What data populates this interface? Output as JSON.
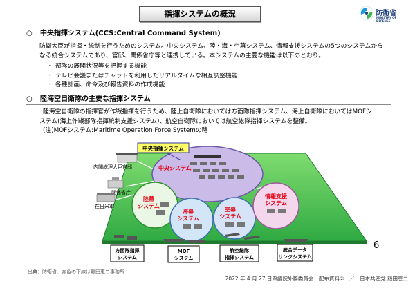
{
  "slide": {
    "title": "指揮システムの概況",
    "logo_name": "防衛省",
    "logo_sub": "MINISTRY OF DEFENSE"
  },
  "section1": {
    "marker": "○",
    "heading": "中央指揮システム(CCS:Central Command System)",
    "intro_underlined": "防衛大臣が指揮・統制を行うためのシステム。",
    "intro_line1_rest": "中央システム、陸・海・空幕システム、情報支援システムの5つのシステムから",
    "intro_line2": "なる統合システムであり、官邸、関係省庁等と連携している。本システムの主要な機能は以下のとおり。",
    "bullet_marker": "・",
    "bullets": [
      "部隊の展開状況等を把握する機能",
      "テレビ会議またはチャットを利用したリアルタイムな相互調整機能",
      "各種計画、命令及び報告資料の作成機能"
    ]
  },
  "section2": {
    "marker": "○",
    "heading": "陸海空自衛隊の主要な指揮システム",
    "lines": [
      "陸海空自衛隊の指揮官が作戦指揮を行うため、陸上自衛隊においては方面隊指揮システム、海上自衛隊においてはMOFシ",
      "ステム(海上作戦部隊指揮統制支援システム)、航空自衛隊においては航空総隊指揮システムを整備。"
    ],
    "note": "(注)MOFシステム:Maritime Operation Force Systemの略"
  },
  "diagram": {
    "top_label": "中央指揮システム",
    "central": "中央システム",
    "nodes": [
      {
        "line1": "陸幕",
        "line2": "システム"
      },
      {
        "line1": "海幕",
        "line2": "システム"
      },
      {
        "line1": "空幕",
        "line2": "システム"
      },
      {
        "line1": "情報支援",
        "line2": "システム"
      }
    ],
    "partners": [
      "内閣総理大臣官邸",
      "関係省庁",
      "在日米軍"
    ],
    "service_systems": [
      {
        "line1": "方面隊指揮",
        "line2": "システム"
      },
      {
        "line1": "MOF",
        "line2": "システム"
      },
      {
        "line1": "航空総隊",
        "line2": "指揮システム"
      },
      {
        "line1": "統合データ",
        "line2": "リンクシステム"
      }
    ]
  },
  "page_number": "6",
  "footer": {
    "source": "出典：防衛省、赤色の下線は穀田恵二事務所",
    "meta": "2022 年 4 月 27 日衆議院外務委員会　配布資料②　／　日本共産党 穀田恵二"
  },
  "colors": {
    "accent_red": "#e60012",
    "platform_green": "#3cb54a",
    "central_lavender": "#cbbbe8",
    "label_yellow": "#ffff66"
  }
}
